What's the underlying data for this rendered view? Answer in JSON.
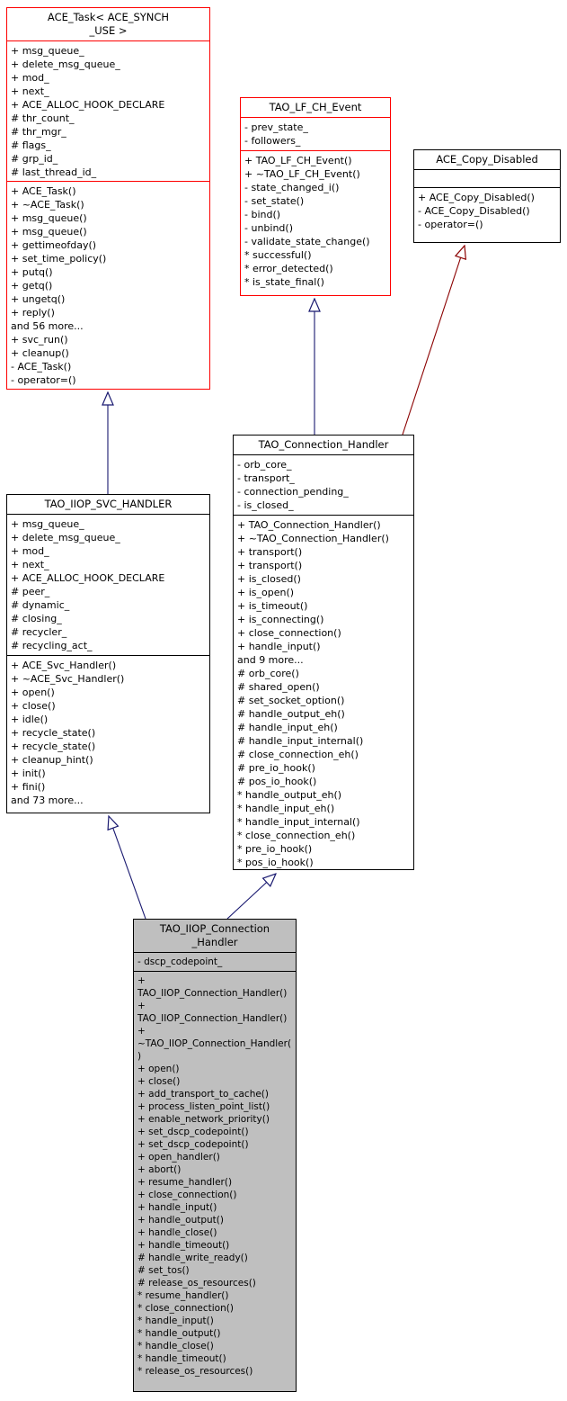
{
  "colors": {
    "red_border": "#fe0000",
    "black_border": "#000000",
    "inheritance_blue": "#191970",
    "inheritance_darkred": "#8b0000",
    "focus_node_fill": "#bfbfbf",
    "background": "#ffffff"
  },
  "classes": {
    "ace_task": {
      "title": "ACE_Task< ACE_SYNCH\n_USE >",
      "attributes": [
        "+ msg_queue_",
        "+ delete_msg_queue_",
        "+ mod_",
        "+ next_",
        "+ ACE_ALLOC_HOOK_DECLARE",
        "# thr_count_",
        "# thr_mgr_",
        "# flags_",
        "# grp_id_",
        "# last_thread_id_"
      ],
      "methods": [
        "+ ACE_Task()",
        "+ ~ACE_Task()",
        "+ msg_queue()",
        "+ msg_queue()",
        "+ gettimeofday()",
        "+ set_time_policy()",
        "+ putq()",
        "+ getq()",
        "+ ungetq()",
        "+ reply()",
        "and 56 more...",
        "+ svc_run()",
        "+ cleanup()",
        "- ACE_Task()",
        "- operator=()"
      ]
    },
    "tao_lf_ch_event": {
      "title": "TAO_LF_CH_Event",
      "attributes": [
        "- prev_state_",
        "- followers_"
      ],
      "methods": [
        "+ TAO_LF_CH_Event()",
        "+ ~TAO_LF_CH_Event()",
        "- state_changed_i()",
        "- set_state()",
        "- bind()",
        "- unbind()",
        "- validate_state_change()",
        "* successful()",
        "* error_detected()",
        "* is_state_final()"
      ]
    },
    "ace_copy_disabled": {
      "title": "ACE_Copy_Disabled",
      "attributes": [],
      "methods": [
        "+ ACE_Copy_Disabled()",
        "- ACE_Copy_Disabled()",
        "- operator=()"
      ]
    },
    "tao_iiop_svc_handler": {
      "title": "TAO_IIOP_SVC_HANDLER",
      "attributes": [
        "+ msg_queue_",
        "+ delete_msg_queue_",
        "+ mod_",
        "+ next_",
        "+ ACE_ALLOC_HOOK_DECLARE",
        "# peer_",
        "# dynamic_",
        "# closing_",
        "# recycler_",
        "# recycling_act_"
      ],
      "methods": [
        "+ ACE_Svc_Handler()",
        "+ ~ACE_Svc_Handler()",
        "+ open()",
        "+ close()",
        "+ idle()",
        "+ recycle_state()",
        "+ recycle_state()",
        "+ cleanup_hint()",
        "+ init()",
        "+ fini()",
        "and 73 more..."
      ]
    },
    "tao_connection_handler": {
      "title": "TAO_Connection_Handler",
      "attributes": [
        "- orb_core_",
        "- transport_",
        "- connection_pending_",
        "- is_closed_"
      ],
      "methods": [
        "+ TAO_Connection_Handler()",
        "+ ~TAO_Connection_Handler()",
        "+ transport()",
        "+ transport()",
        "+ is_closed()",
        "+ is_open()",
        "+ is_timeout()",
        "+ is_connecting()",
        "+ close_connection()",
        "+ handle_input()",
        "and 9 more...",
        "# orb_core()",
        "# shared_open()",
        "# set_socket_option()",
        "# handle_output_eh()",
        "# handle_input_eh()",
        "# handle_input_internal()",
        "# close_connection_eh()",
        "# pre_io_hook()",
        "# pos_io_hook()",
        "* handle_output_eh()",
        "* handle_input_eh()",
        "* handle_input_internal()",
        "* close_connection_eh()",
        "* pre_io_hook()",
        "* pos_io_hook()"
      ]
    },
    "tao_iiop_connection_handler": {
      "title": "TAO_IIOP_Connection\n_Handler",
      "attributes": [
        "- dscp_codepoint_"
      ],
      "methods": [
        "+ TAO_IIOP_Connection_Handler()",
        "+ TAO_IIOP_Connection_Handler()",
        "+ ~TAO_IIOP_Connection_Handler()",
        "+ open()",
        "+ close()",
        "+ add_transport_to_cache()",
        "+ process_listen_point_list()",
        "+ enable_network_priority()",
        "+ set_dscp_codepoint()",
        "+ set_dscp_codepoint()",
        "+ open_handler()",
        "+ abort()",
        "+ resume_handler()",
        "+ close_connection()",
        "+ handle_input()",
        "+ handle_output()",
        "+ handle_close()",
        "+ handle_timeout()",
        "# handle_write_ready()",
        "# set_tos()",
        "# release_os_resources()",
        "* resume_handler()",
        "* close_connection()",
        "* handle_input()",
        "* handle_output()",
        "* handle_close()",
        "* handle_timeout()",
        "* release_os_resources()"
      ]
    }
  },
  "relations": [
    {
      "from": "TAO_IIOP_SVC_HANDLER",
      "to": "ACE_Task< ACE_SYNCH_USE >",
      "type": "public-inheritance"
    },
    {
      "from": "TAO_Connection_Handler",
      "to": "TAO_LF_CH_Event",
      "type": "public-inheritance"
    },
    {
      "from": "TAO_Connection_Handler",
      "to": "ACE_Copy_Disabled",
      "type": "private-inheritance"
    },
    {
      "from": "TAO_IIOP_Connection_Handler",
      "to": "TAO_IIOP_SVC_HANDLER",
      "type": "public-inheritance"
    },
    {
      "from": "TAO_IIOP_Connection_Handler",
      "to": "TAO_Connection_Handler",
      "type": "public-inheritance"
    }
  ]
}
